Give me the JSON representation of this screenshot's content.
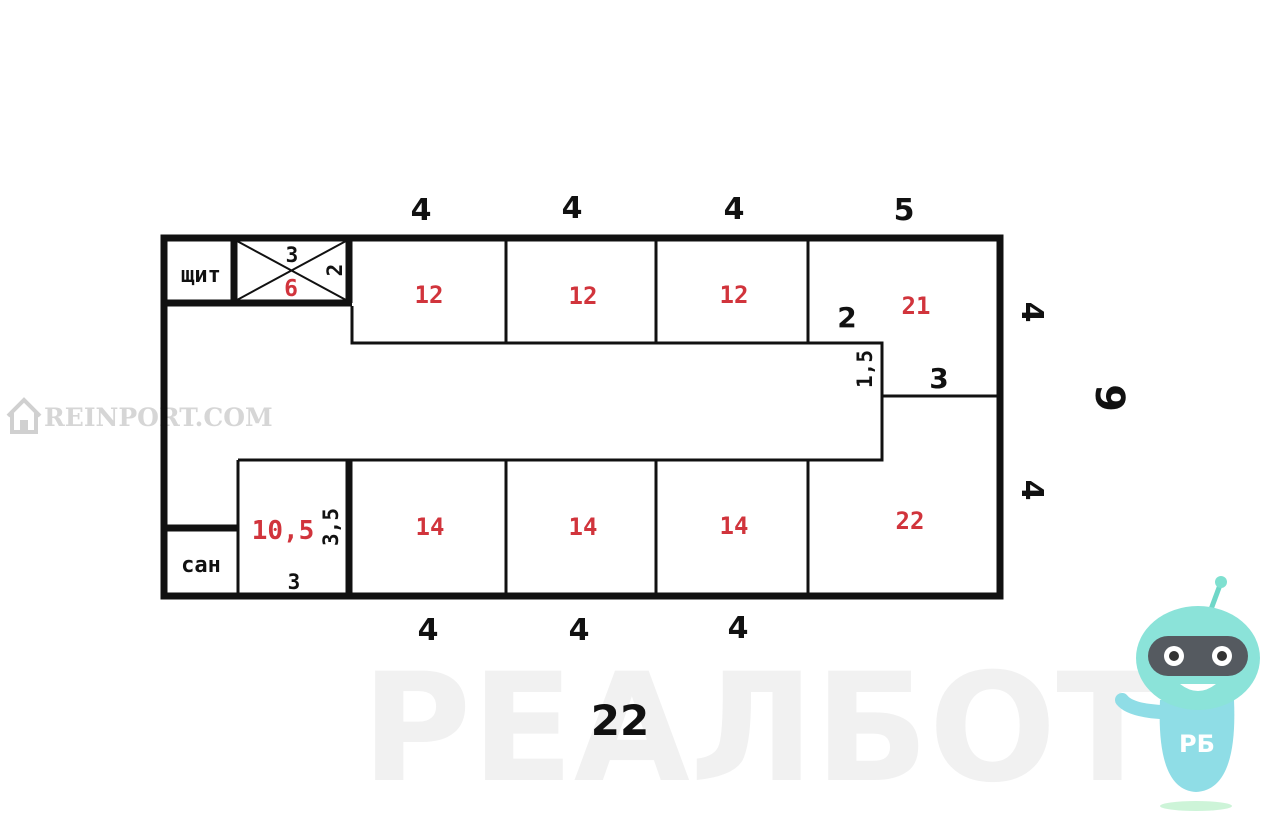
{
  "watermark": {
    "site": "REINPORT.COM",
    "brand": "РЕАЛБОТ",
    "mascot_badge": "РБ"
  },
  "rooms": {
    "panel": "щит",
    "bath": "сан",
    "storage_area": "6",
    "storage_w": "3",
    "storage_h": "2",
    "wc_area": "10,5",
    "wc_w": "3",
    "wc_h": "3,5",
    "top_1": "12",
    "top_2": "12",
    "top_3": "12",
    "corner_top": "21",
    "corner_bottom": "22",
    "bottom_1": "14",
    "bottom_2": "14",
    "bottom_3": "14"
  },
  "dimensions": {
    "top_1": "4",
    "top_2": "4",
    "top_3": "4",
    "top_4": "5",
    "bottom_1": "4",
    "bottom_2": "4",
    "bottom_3": "4",
    "right_top": "4",
    "right_bottom": "4",
    "overall_width": "9",
    "overall_length": "22",
    "notch_w": "2",
    "notch_h": "1,5",
    "notch_rest": "3"
  },
  "colors": {
    "wall": "#111111",
    "area_text": "#d1343c"
  }
}
